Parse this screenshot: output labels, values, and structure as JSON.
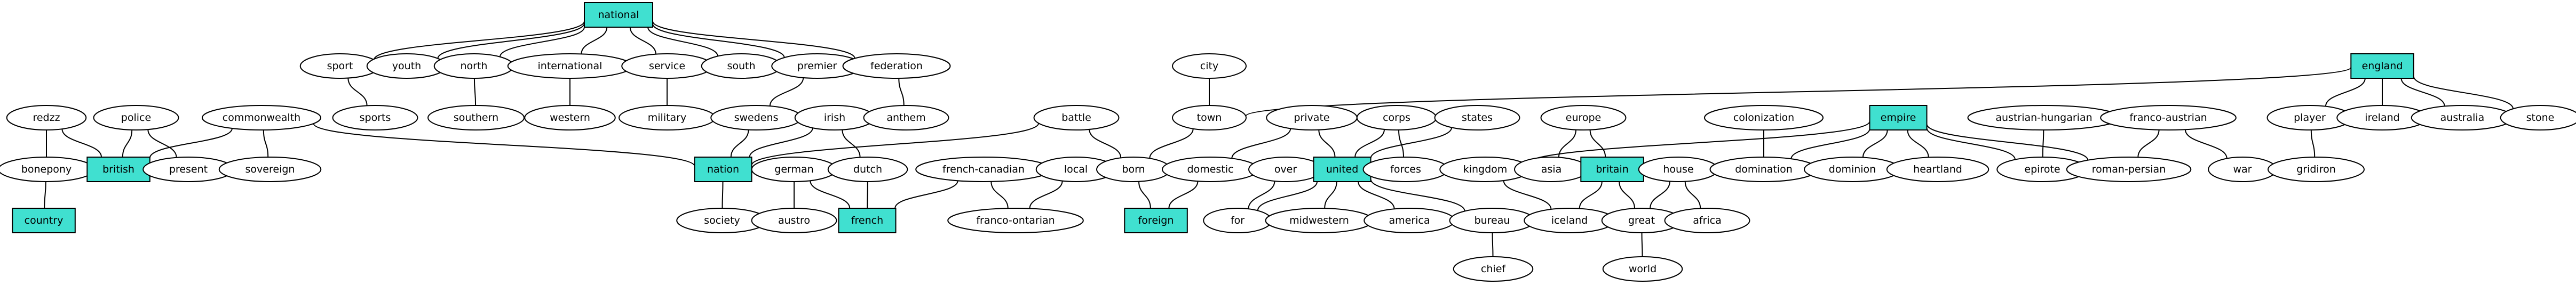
{
  "colors": {
    "highlight": "#40e0d0",
    "stroke": "#000000",
    "background": "#ffffff"
  },
  "nodes": [
    {
      "id": "national",
      "label": "national",
      "shape": "box"
    },
    {
      "id": "england",
      "label": "england",
      "shape": "box"
    },
    {
      "id": "sport",
      "label": "sport",
      "shape": "ellipse"
    },
    {
      "id": "youth",
      "label": "youth",
      "shape": "ellipse"
    },
    {
      "id": "north",
      "label": "north",
      "shape": "ellipse"
    },
    {
      "id": "international",
      "label": "international",
      "shape": "ellipse"
    },
    {
      "id": "service",
      "label": "service",
      "shape": "ellipse"
    },
    {
      "id": "south",
      "label": "south",
      "shape": "ellipse"
    },
    {
      "id": "premier",
      "label": "premier",
      "shape": "ellipse"
    },
    {
      "id": "federation",
      "label": "federation",
      "shape": "ellipse"
    },
    {
      "id": "city",
      "label": "city",
      "shape": "ellipse"
    },
    {
      "id": "redzz",
      "label": "redzz",
      "shape": "ellipse"
    },
    {
      "id": "police",
      "label": "police",
      "shape": "ellipse"
    },
    {
      "id": "commonwealth",
      "label": "commonwealth",
      "shape": "ellipse"
    },
    {
      "id": "sports",
      "label": "sports",
      "shape": "ellipse"
    },
    {
      "id": "southern",
      "label": "southern",
      "shape": "ellipse"
    },
    {
      "id": "western",
      "label": "western",
      "shape": "ellipse"
    },
    {
      "id": "military",
      "label": "military",
      "shape": "ellipse"
    },
    {
      "id": "swedens",
      "label": "swedens",
      "shape": "ellipse"
    },
    {
      "id": "irish",
      "label": "irish",
      "shape": "ellipse"
    },
    {
      "id": "anthem",
      "label": "anthem",
      "shape": "ellipse"
    },
    {
      "id": "battle",
      "label": "battle",
      "shape": "ellipse"
    },
    {
      "id": "town",
      "label": "town",
      "shape": "ellipse"
    },
    {
      "id": "private",
      "label": "private",
      "shape": "ellipse"
    },
    {
      "id": "corps",
      "label": "corps",
      "shape": "ellipse"
    },
    {
      "id": "states",
      "label": "states",
      "shape": "ellipse"
    },
    {
      "id": "europe",
      "label": "europe",
      "shape": "ellipse"
    },
    {
      "id": "colonization",
      "label": "colonization",
      "shape": "ellipse"
    },
    {
      "id": "empire",
      "label": "empire",
      "shape": "box"
    },
    {
      "id": "austrian-hungarian",
      "label": "austrian-hungarian",
      "shape": "ellipse"
    },
    {
      "id": "franco-austrian",
      "label": "franco-austrian",
      "shape": "ellipse"
    },
    {
      "id": "player",
      "label": "player",
      "shape": "ellipse"
    },
    {
      "id": "ireland",
      "label": "ireland",
      "shape": "ellipse"
    },
    {
      "id": "australia",
      "label": "australia",
      "shape": "ellipse"
    },
    {
      "id": "stone",
      "label": "stone",
      "shape": "ellipse"
    },
    {
      "id": "bonepony",
      "label": "bonepony",
      "shape": "ellipse"
    },
    {
      "id": "british",
      "label": "british",
      "shape": "box"
    },
    {
      "id": "present",
      "label": "present",
      "shape": "ellipse"
    },
    {
      "id": "sovereign",
      "label": "sovereign",
      "shape": "ellipse"
    },
    {
      "id": "nation",
      "label": "nation",
      "shape": "box"
    },
    {
      "id": "german",
      "label": "german",
      "shape": "ellipse"
    },
    {
      "id": "dutch",
      "label": "dutch",
      "shape": "ellipse"
    },
    {
      "id": "french-canadian",
      "label": "french-canadian",
      "shape": "ellipse"
    },
    {
      "id": "local",
      "label": "local",
      "shape": "ellipse"
    },
    {
      "id": "born",
      "label": "born",
      "shape": "ellipse"
    },
    {
      "id": "domestic",
      "label": "domestic",
      "shape": "ellipse"
    },
    {
      "id": "over",
      "label": "over",
      "shape": "ellipse"
    },
    {
      "id": "united",
      "label": "united",
      "shape": "box"
    },
    {
      "id": "forces",
      "label": "forces",
      "shape": "ellipse"
    },
    {
      "id": "kingdom",
      "label": "kingdom",
      "shape": "ellipse"
    },
    {
      "id": "asia",
      "label": "asia",
      "shape": "ellipse"
    },
    {
      "id": "britain",
      "label": "britain",
      "shape": "box"
    },
    {
      "id": "house",
      "label": "house",
      "shape": "ellipse"
    },
    {
      "id": "domination",
      "label": "domination",
      "shape": "ellipse"
    },
    {
      "id": "dominion",
      "label": "dominion",
      "shape": "ellipse"
    },
    {
      "id": "heartland",
      "label": "heartland",
      "shape": "ellipse"
    },
    {
      "id": "epirote",
      "label": "epirote",
      "shape": "ellipse"
    },
    {
      "id": "roman-persian",
      "label": "roman-persian",
      "shape": "ellipse"
    },
    {
      "id": "war",
      "label": "war",
      "shape": "ellipse"
    },
    {
      "id": "gridiron",
      "label": "gridiron",
      "shape": "ellipse"
    },
    {
      "id": "country",
      "label": "country",
      "shape": "box"
    },
    {
      "id": "society",
      "label": "society",
      "shape": "ellipse"
    },
    {
      "id": "austro",
      "label": "austro",
      "shape": "ellipse"
    },
    {
      "id": "french",
      "label": "french",
      "shape": "box"
    },
    {
      "id": "franco-ontarian",
      "label": "franco-ontarian",
      "shape": "ellipse"
    },
    {
      "id": "foreign",
      "label": "foreign",
      "shape": "box"
    },
    {
      "id": "for",
      "label": "for",
      "shape": "ellipse"
    },
    {
      "id": "midwestern",
      "label": "midwestern",
      "shape": "ellipse"
    },
    {
      "id": "america",
      "label": "america",
      "shape": "ellipse"
    },
    {
      "id": "bureau",
      "label": "bureau",
      "shape": "ellipse"
    },
    {
      "id": "iceland",
      "label": "iceland",
      "shape": "ellipse"
    },
    {
      "id": "great",
      "label": "great",
      "shape": "ellipse"
    },
    {
      "id": "africa",
      "label": "africa",
      "shape": "ellipse"
    },
    {
      "id": "chief",
      "label": "chief",
      "shape": "ellipse"
    },
    {
      "id": "world",
      "label": "world",
      "shape": "ellipse"
    }
  ],
  "edges": [
    [
      "national",
      "sport"
    ],
    [
      "national",
      "youth"
    ],
    [
      "national",
      "north"
    ],
    [
      "national",
      "international"
    ],
    [
      "national",
      "service"
    ],
    [
      "national",
      "south"
    ],
    [
      "national",
      "premier"
    ],
    [
      "national",
      "federation"
    ],
    [
      "sport",
      "sports"
    ],
    [
      "north",
      "southern"
    ],
    [
      "international",
      "western"
    ],
    [
      "service",
      "military"
    ],
    [
      "premier",
      "swedens"
    ],
    [
      "federation",
      "anthem"
    ],
    [
      "city",
      "town"
    ],
    [
      "england",
      "town"
    ],
    [
      "england",
      "player"
    ],
    [
      "england",
      "ireland"
    ],
    [
      "england",
      "australia"
    ],
    [
      "england",
      "stone"
    ],
    [
      "player",
      "gridiron"
    ],
    [
      "redzz",
      "bonepony"
    ],
    [
      "redzz",
      "british"
    ],
    [
      "bonepony",
      "country"
    ],
    [
      "police",
      "british"
    ],
    [
      "police",
      "present"
    ],
    [
      "commonwealth",
      "british"
    ],
    [
      "commonwealth",
      "sovereign"
    ],
    [
      "commonwealth",
      "nation"
    ],
    [
      "swedens",
      "nation"
    ],
    [
      "irish",
      "nation"
    ],
    [
      "irish",
      "dutch"
    ],
    [
      "battle",
      "nation"
    ],
    [
      "battle",
      "born"
    ],
    [
      "nation",
      "society"
    ],
    [
      "german",
      "austro"
    ],
    [
      "german",
      "french"
    ],
    [
      "dutch",
      "french"
    ],
    [
      "french-canadian",
      "french"
    ],
    [
      "french-canadian",
      "franco-ontarian"
    ],
    [
      "local",
      "franco-ontarian"
    ],
    [
      "town",
      "born"
    ],
    [
      "born",
      "foreign"
    ],
    [
      "private",
      "domestic"
    ],
    [
      "private",
      "united"
    ],
    [
      "domestic",
      "foreign"
    ],
    [
      "over",
      "for"
    ],
    [
      "corps",
      "united"
    ],
    [
      "corps",
      "forces"
    ],
    [
      "states",
      "united"
    ],
    [
      "united",
      "for"
    ],
    [
      "united",
      "midwestern"
    ],
    [
      "united",
      "america"
    ],
    [
      "united",
      "bureau"
    ],
    [
      "bureau",
      "chief"
    ],
    [
      "europe",
      "asia"
    ],
    [
      "europe",
      "britain"
    ],
    [
      "kingdom",
      "iceland"
    ],
    [
      "britain",
      "iceland"
    ],
    [
      "britain",
      "great"
    ],
    [
      "house",
      "great"
    ],
    [
      "house",
      "africa"
    ],
    [
      "great",
      "world"
    ],
    [
      "colonization",
      "domination"
    ],
    [
      "empire",
      "kingdom"
    ],
    [
      "empire",
      "domination"
    ],
    [
      "empire",
      "dominion"
    ],
    [
      "empire",
      "heartland"
    ],
    [
      "empire",
      "epirote"
    ],
    [
      "empire",
      "roman-persian"
    ],
    [
      "austrian-hungarian",
      "epirote"
    ],
    [
      "franco-austrian",
      "roman-persian"
    ],
    [
      "franco-austrian",
      "war"
    ]
  ]
}
